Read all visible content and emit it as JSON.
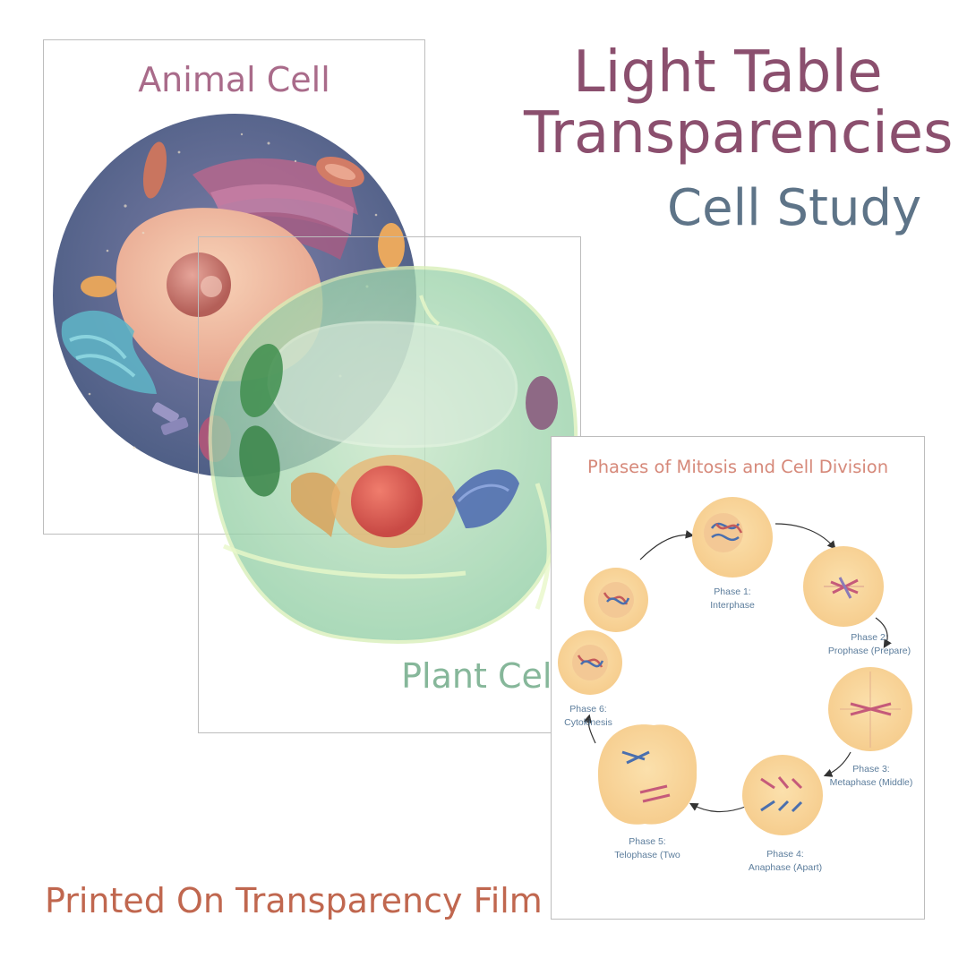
{
  "headline": {
    "line1": "Light Table",
    "line2": "Transparencies",
    "line3": "Cell Study",
    "footer": "Printed On Transparency Film"
  },
  "cards": {
    "animal": {
      "title": "Animal Cell"
    },
    "plant": {
      "title": "Plant Cell"
    },
    "mitosis": {
      "title": "Phases of Mitosis and Cell Division",
      "phases": [
        {
          "line1": "Phase 1:",
          "line2": "Interphase"
        },
        {
          "line1": "Phase 2:",
          "line2": "Prophase (Prepare)"
        },
        {
          "line1": "Phase 3:",
          "line2": "Metaphase (Middle)"
        },
        {
          "line1": "Phase 4:",
          "line2": "Anaphase (Apart)"
        },
        {
          "line1": "Phase 5:",
          "line2": "Telophase (Two"
        },
        {
          "line1": "Phase 6:",
          "line2": "Cytokinesis"
        }
      ]
    }
  },
  "colors": {
    "title_plum": "#8b4f6e",
    "subtitle_slate": "#5e7488",
    "footer_rust": "#c0674f",
    "animal_title": "#a96b8a",
    "plant_title": "#86b79a",
    "mitosis_title": "#d6897a",
    "phase_label": "#5c7d9c"
  }
}
